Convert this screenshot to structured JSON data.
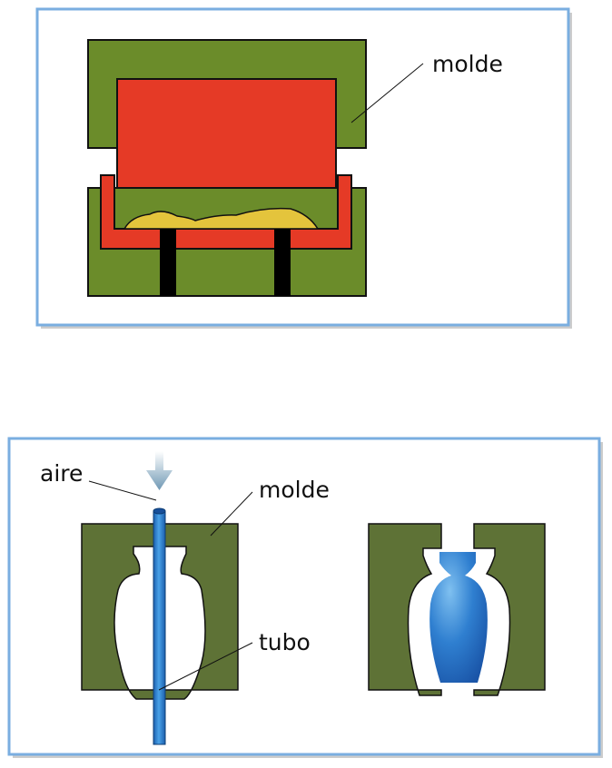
{
  "panel_top": {
    "label_mold": "molde"
  },
  "panel_bottom": {
    "label_air": "aire",
    "label_mold": "molde",
    "label_tube": "tubo"
  },
  "colors": {
    "frame": "#7aaee0",
    "mold_green": "#6b8c2a",
    "mold_dark_green": "#5e7236",
    "red": "#e53a26",
    "powder": "#e4c43c",
    "blue": "#2f7fd0"
  }
}
